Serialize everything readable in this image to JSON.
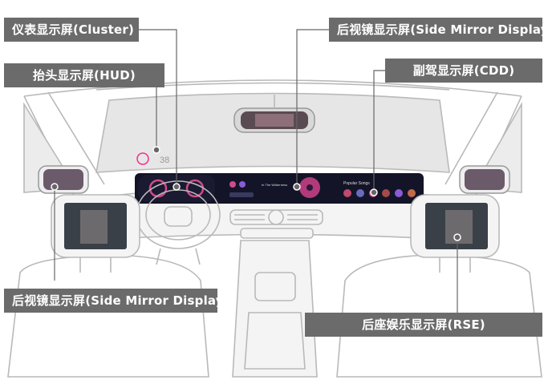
{
  "labels": {
    "cluster": "仪表显示屏(Cluster)",
    "hud": "抬头显示屏(HUD)",
    "side_mirror_top": "后视镜显示屏(Side Mirror Display)",
    "cdd": "副驾显示屏(CDD)",
    "side_mirror_bottom": "后视镜显示屏(Side Mirror Display)",
    "rse": "后座娱乐显示屏(RSE)"
  },
  "hud_speed": "38",
  "screen_text": {
    "media_title": "In The Wilderness",
    "playlist_title": "Popular Songs"
  },
  "colors": {
    "label_bg": "#6b6b6b",
    "label_text": "#ffffff",
    "screen_dark": "#141428",
    "accent_pink": "#d04a8c"
  }
}
